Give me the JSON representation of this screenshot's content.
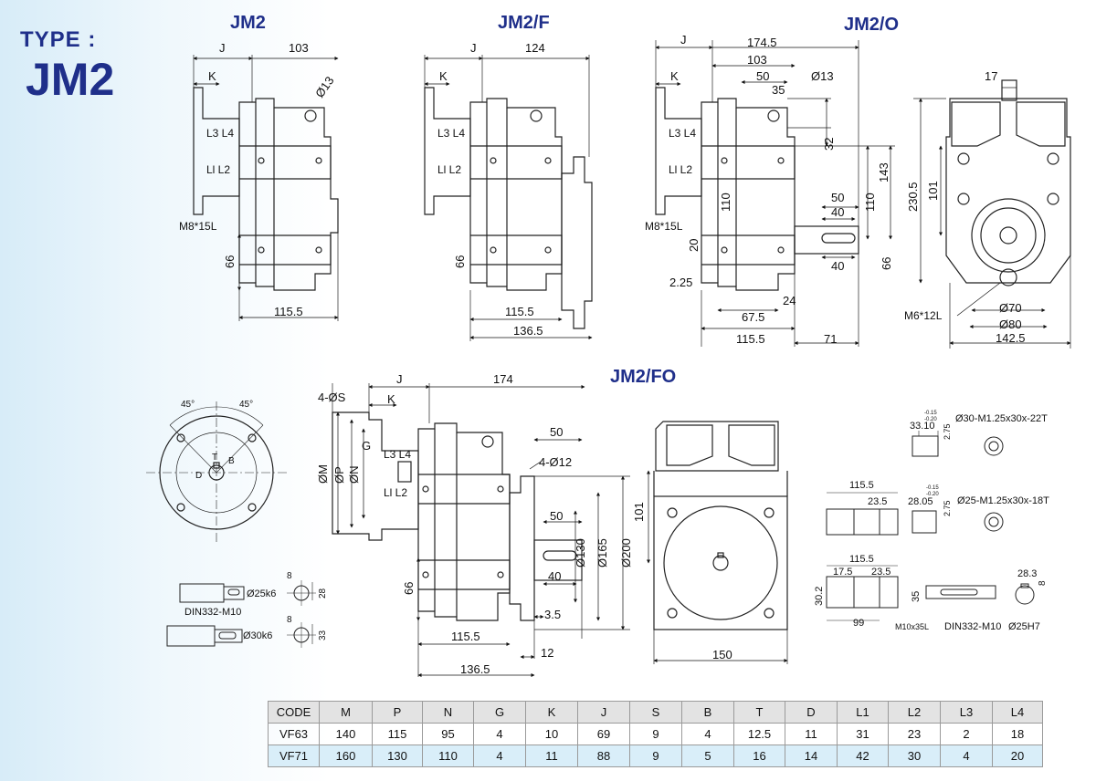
{
  "header": {
    "type_label": "TYPE :",
    "type_name": "JM2"
  },
  "views": {
    "jm2": "JM2",
    "jm2f": "JM2/F",
    "jm2o": "JM2/O",
    "jm2fo": "JM2/FO"
  },
  "dims": {
    "jm2": {
      "j": "J",
      "k": "K",
      "d103": "103",
      "hole": "Ø13",
      "l3l4": "L3  L4",
      "l1l2": "Ll  L2",
      "screw": "M8*15L",
      "d66": "66",
      "d115": "115.5"
    },
    "jm2f": {
      "j": "J",
      "k": "K",
      "d124": "124",
      "l3l4": "L3  L4",
      "l1l2": "Ll  L2",
      "d66": "66",
      "d115": "115.5",
      "d136": "136.5"
    },
    "jm2o": {
      "j": "J",
      "k": "K",
      "d174": "174.5",
      "d103": "103",
      "d50": "50",
      "hole": "Ø13",
      "d35": "35",
      "d32": "32",
      "d143": "143",
      "d110": "110",
      "d110b": "110",
      "d50b": "50",
      "d40a": "40",
      "d40b": "40",
      "d66": "66",
      "screw": "M8*15L",
      "d20": "20",
      "d225": "2.25",
      "d24": "24",
      "d675": "67.5",
      "d115": "115.5",
      "d71": "71",
      "l3l4": "L3  L4",
      "l1l2": "Ll  L2"
    },
    "endview": {
      "d17": "17",
      "d2305": "230.5",
      "d101": "101",
      "screw": "M6*12L",
      "d70": "Ø70",
      "d80": "Ø80",
      "d1425": "142.5"
    },
    "flange": {
      "a45l": "45°",
      "a45r": "45°",
      "t": "T",
      "b": "B",
      "d": "D"
    },
    "jm2fo": {
      "s": "4-ØS",
      "j": "J",
      "k": "K",
      "d174": "174",
      "g": "G",
      "l3l4": "L3  L4",
      "l1l2": "Ll  L2",
      "m": "ØM",
      "p": "ØP",
      "n": "ØN",
      "d50": "50",
      "holes": "4-Ø12",
      "d50b": "50",
      "d130": "Ø130",
      "d165": "Ø165",
      "d200": "Ø200",
      "d40": "40",
      "d66": "66",
      "d35": "3.5",
      "d12": "12",
      "d115": "115.5",
      "d136": "136.5"
    },
    "foend": {
      "d101": "101",
      "d150": "150"
    },
    "keys": {
      "din": "DIN332-M10",
      "k25": "Ø25k6",
      "k30": "Ø30k6",
      "e8a": "8",
      "e28": "28",
      "e8b": "8",
      "e33": "33"
    },
    "shafts": {
      "tol1": "-0.15",
      "tol2": "-0.20",
      "d3310": "33.10",
      "d275a": "2.75",
      "spline30": "Ø30-M1.25x30x-22T",
      "d1155": "115.5",
      "d235": "23.5",
      "tol3": "-0.15",
      "tol4": "-0.20",
      "d2805": "28.05",
      "d275b": "2.75",
      "spline25": "Ø25-M1.25x30x-18T",
      "d1155b": "115.5",
      "d175": "17.5",
      "d235b": "23.5",
      "d302": "30.2",
      "d35": "35",
      "d99": "99",
      "m10": "M10x35L",
      "din": "DIN332-M10",
      "d283": "28.3",
      "d8": "8",
      "h7": "Ø25H7"
    }
  },
  "table": {
    "headers": [
      "CODE",
      "M",
      "P",
      "N",
      "G",
      "K",
      "J",
      "S",
      "B",
      "T",
      "D",
      "L1",
      "L2",
      "L3",
      "L4"
    ],
    "rows": [
      [
        "VF63",
        "140",
        "115",
        "95",
        "4",
        "10",
        "69",
        "9",
        "4",
        "12.5",
        "11",
        "31",
        "23",
        "2",
        "18"
      ],
      [
        "VF71",
        "160",
        "130",
        "110",
        "4",
        "11",
        "88",
        "9",
        "5",
        "16",
        "14",
        "42",
        "30",
        "4",
        "20"
      ]
    ]
  }
}
